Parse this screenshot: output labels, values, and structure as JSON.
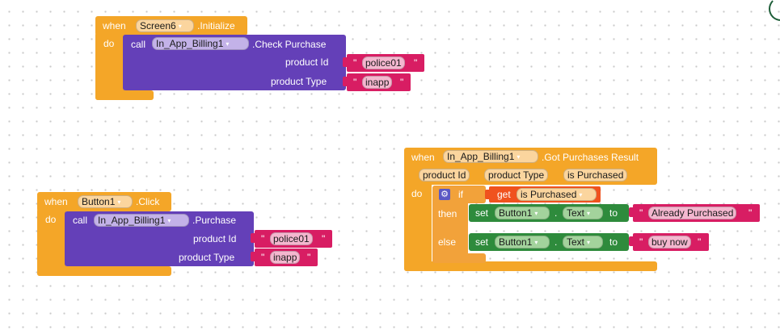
{
  "block1": {
    "when": "when",
    "component": "Screen6",
    "event": ".Initialize",
    "do": "do",
    "call": "call",
    "target": "In_App_Billing1",
    "method": ".Check Purchase",
    "param1_label": "product Id",
    "param1_value": "police01",
    "param2_label": "product Type",
    "param2_value": "inapp"
  },
  "block2": {
    "when": "when",
    "component": "Button1",
    "event": ".Click",
    "do": "do",
    "call": "call",
    "target": "In_App_Billing1",
    "method": ".Purchase",
    "param1_label": "product Id",
    "param1_value": "police01",
    "param2_label": "product Type",
    "param2_value": "inapp"
  },
  "block3": {
    "when": "when",
    "component": "In_App_Billing1",
    "event": ".Got Purchases Result",
    "params": [
      "product Id",
      "product Type",
      "is Purchased"
    ],
    "do": "do",
    "if": "if",
    "get": "get",
    "get_var": "is Purchased",
    "then": "then",
    "else": "else",
    "set": "set",
    "set_component": "Button1",
    "dot": ".",
    "set_property": "Text",
    "to": "to",
    "then_value": "Already Purchased",
    "else_value": "buy now"
  },
  "glyphs": {
    "quote": "\"",
    "dropdown": "▾",
    "gear": "⚙"
  },
  "colors": {
    "event_block": "#f4a628",
    "procedure_call": "#6440b8",
    "string": "#d81d63",
    "setter": "#2e8b3c",
    "control": "#f2a23a",
    "getter": "#f0521e"
  }
}
